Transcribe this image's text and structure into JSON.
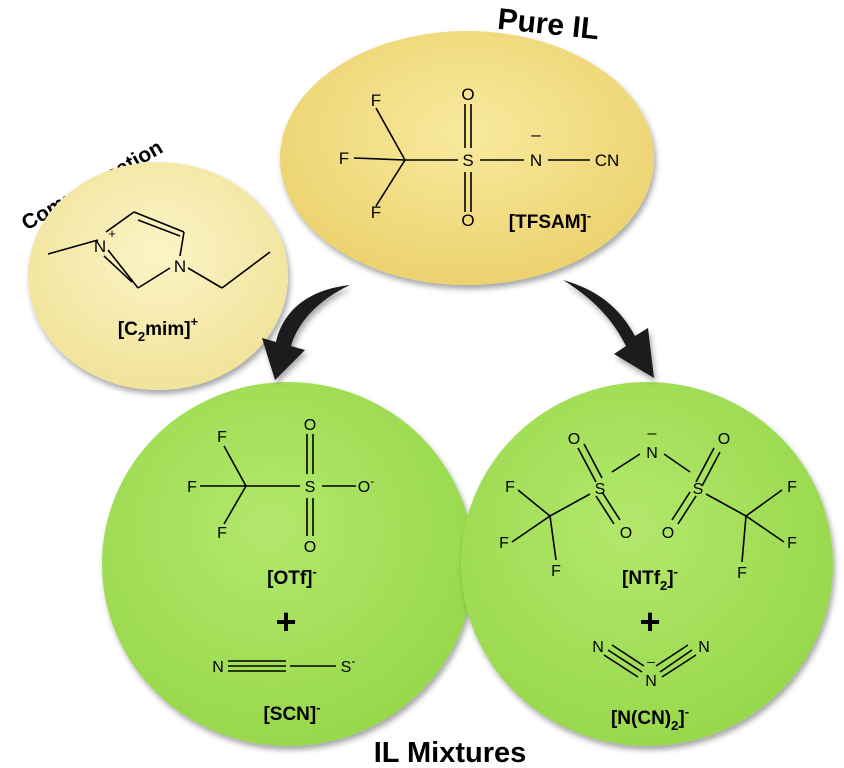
{
  "titles": {
    "pure": "Pure IL",
    "cation": "Common cation",
    "mixtures": "IL  Mixtures"
  },
  "cation": {
    "label_main": "[C",
    "label_sub": "2",
    "label_rest": "mim]",
    "label_charge": "+",
    "atom_n1": "N",
    "atom_n1_charge": "+",
    "atom_n2": "N"
  },
  "tfsam": {
    "label_main": "[TFSAM]",
    "label_charge": "-",
    "atoms": {
      "f1": "F",
      "f2": "F",
      "f3": "F",
      "s": "S",
      "o1": "O",
      "o2": "O",
      "n": "N",
      "n_charge": "–",
      "cn": "CN"
    }
  },
  "otf": {
    "label_main": "[OTf]",
    "label_charge": "-",
    "atoms": {
      "f1": "F",
      "f2": "F",
      "f3": "F",
      "s": "S",
      "o1": "O",
      "o2": "O",
      "o3": "O",
      "o3_charge": "-"
    }
  },
  "scn": {
    "label_main": "[SCN]",
    "label_charge": "-",
    "atoms": {
      "n": "N",
      "s": "S",
      "s_charge": "-"
    }
  },
  "ntf2": {
    "label_main": "[NTf",
    "label_sub": "2",
    "label_rest": "]",
    "label_charge": "-",
    "atoms": {
      "n": "N",
      "n_charge": "–",
      "s1": "S",
      "s2": "S",
      "o": "O",
      "f": "F"
    }
  },
  "dca": {
    "label_main": "[N(CN)",
    "label_sub": "2",
    "label_rest": "]",
    "label_charge": "-",
    "atoms": {
      "n": "N",
      "n_charge": "–"
    }
  },
  "plus": "+",
  "colors": {
    "pure_fill": "#f0dc82",
    "cation_fill": "#f7eeb0",
    "mixture_fill": "#a6e05c",
    "arrow": "#1a1a1a"
  }
}
